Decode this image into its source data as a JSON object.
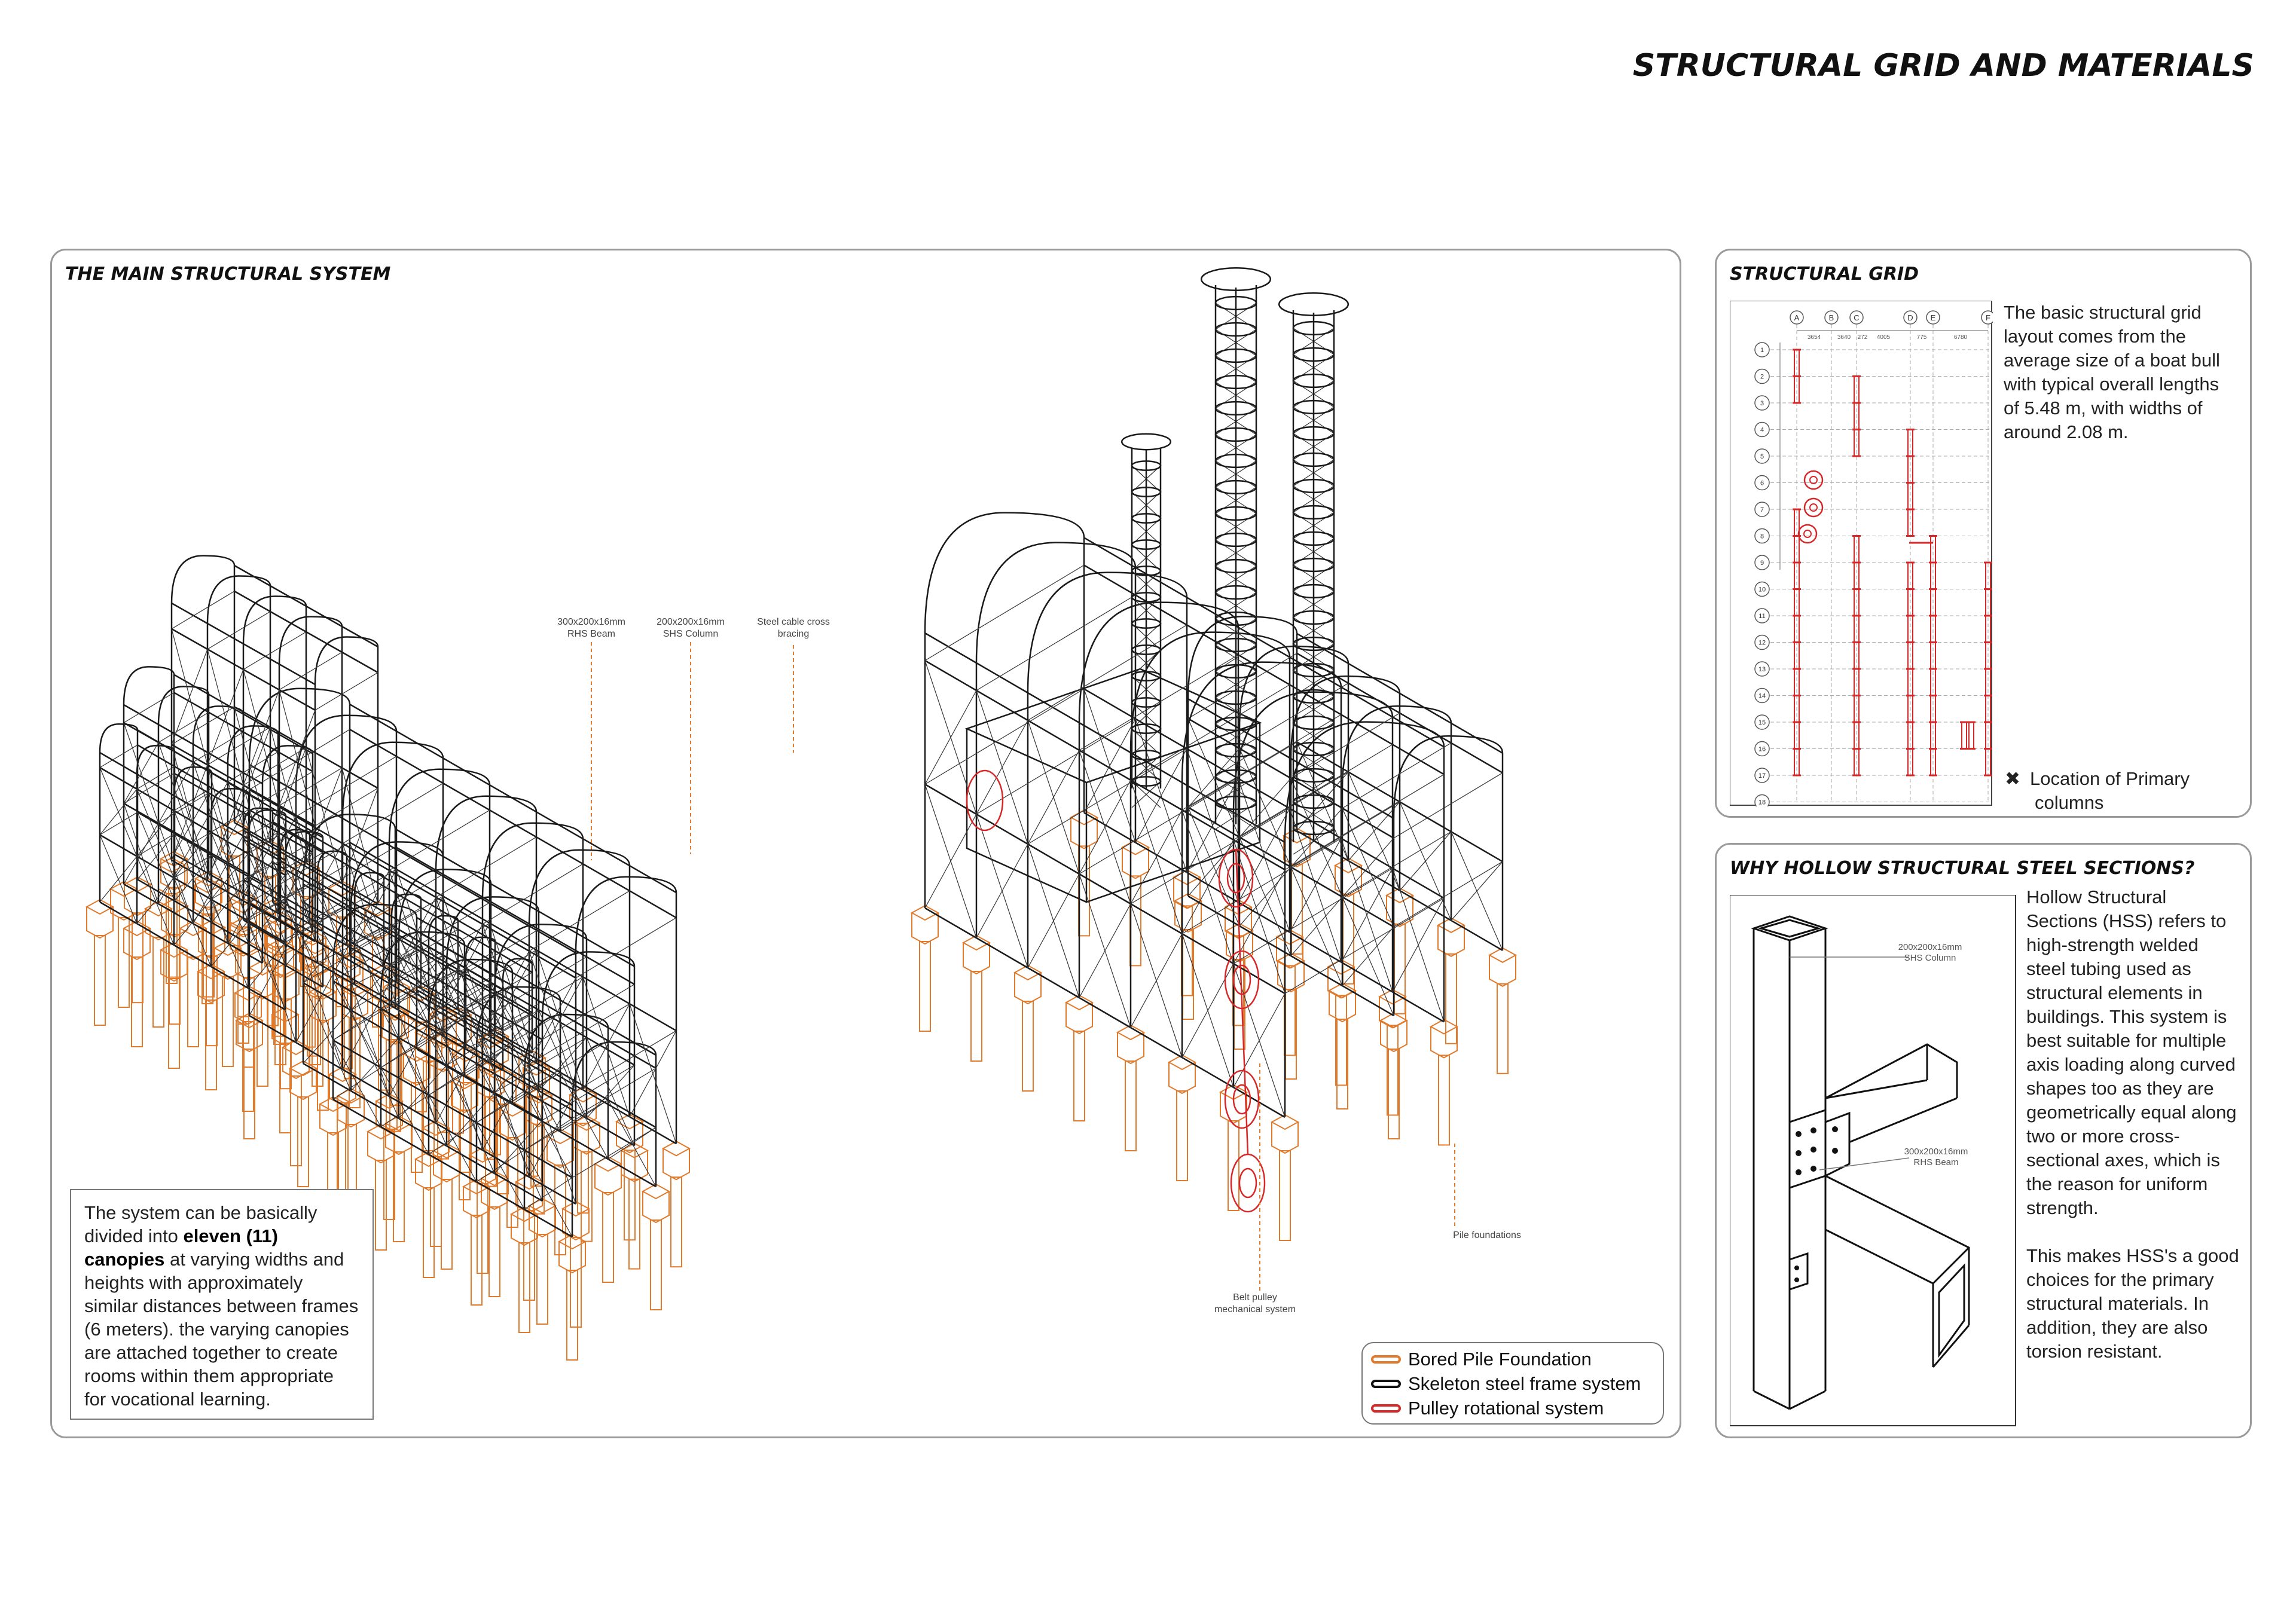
{
  "page": {
    "title": "STRUCTURAL GRID AND MATERIALS"
  },
  "main_panel": {
    "title": "THE MAIN STRUCTURAL SYSTEM",
    "annotations": {
      "rhs_beam_l1": "300x200x16mm",
      "rhs_beam_l2": "RHS Beam",
      "shs_column_l1": "200x200x16mm",
      "shs_column_l2": "SHS Column",
      "cable_l1": "Steel cable cross",
      "cable_l2": "bracing",
      "pile": "Pile foundations",
      "belt_l1": "Belt pulley",
      "belt_l2": "mechanical system"
    },
    "description": {
      "part1": "The system can be basically divided into ",
      "bold": "eleven (11) canopies",
      "part2": " at varying widths and heights with approximately similar distances between frames (6 meters). the varying canopies are attached together to create rooms within them appropriate for vocational learning."
    },
    "legend": [
      {
        "label": "Bored Pile Foundation",
        "color": "#e07a2c"
      },
      {
        "label": "Skeleton steel frame system",
        "color": "#111111"
      },
      {
        "label": "Pulley rotational system",
        "color": "#d62828"
      }
    ]
  },
  "grid_panel": {
    "title": "STRUCTURAL GRID",
    "text": "The basic structural grid layout comes from the average size of a boat bull with typical overall lengths of 5.48 m, with widths of around 2.08 m.",
    "note_line1": "Location of Primary",
    "note_line2": "columns",
    "note_icon": "✖",
    "col_labels": [
      "A",
      "B",
      "C",
      "D",
      "E",
      "F"
    ],
    "col_dims": [
      "3654",
      "3640",
      "272",
      "4005",
      "775",
      "6780"
    ],
    "row_labels": [
      "1",
      "2",
      "3",
      "4",
      "5",
      "6",
      "7",
      "8",
      "9",
      "10",
      "11",
      "12",
      "13",
      "14",
      "15",
      "16",
      "17",
      "18"
    ]
  },
  "hss_panel": {
    "title": "WHY HOLLOW STRUCTURAL STEEL SECTIONS?",
    "para1": "Hollow Structural Sections (HSS) refers to high-strength welded steel tubing used as structural elements in buildings. This system is best suitable for multiple axis loading along curved shapes too as they are geometrically equal along two or more cross-sectional axes, which is the reason for uniform strength.",
    "para2": "This makes HSS's a good choices for the primary structural materials. In addition, they are also torsion resistant.",
    "label_col_l1": "200x200x16mm",
    "label_col_l2": "SHS Column",
    "label_beam_l1": "300x200x16mm",
    "label_beam_l2": "RHS Beam"
  }
}
